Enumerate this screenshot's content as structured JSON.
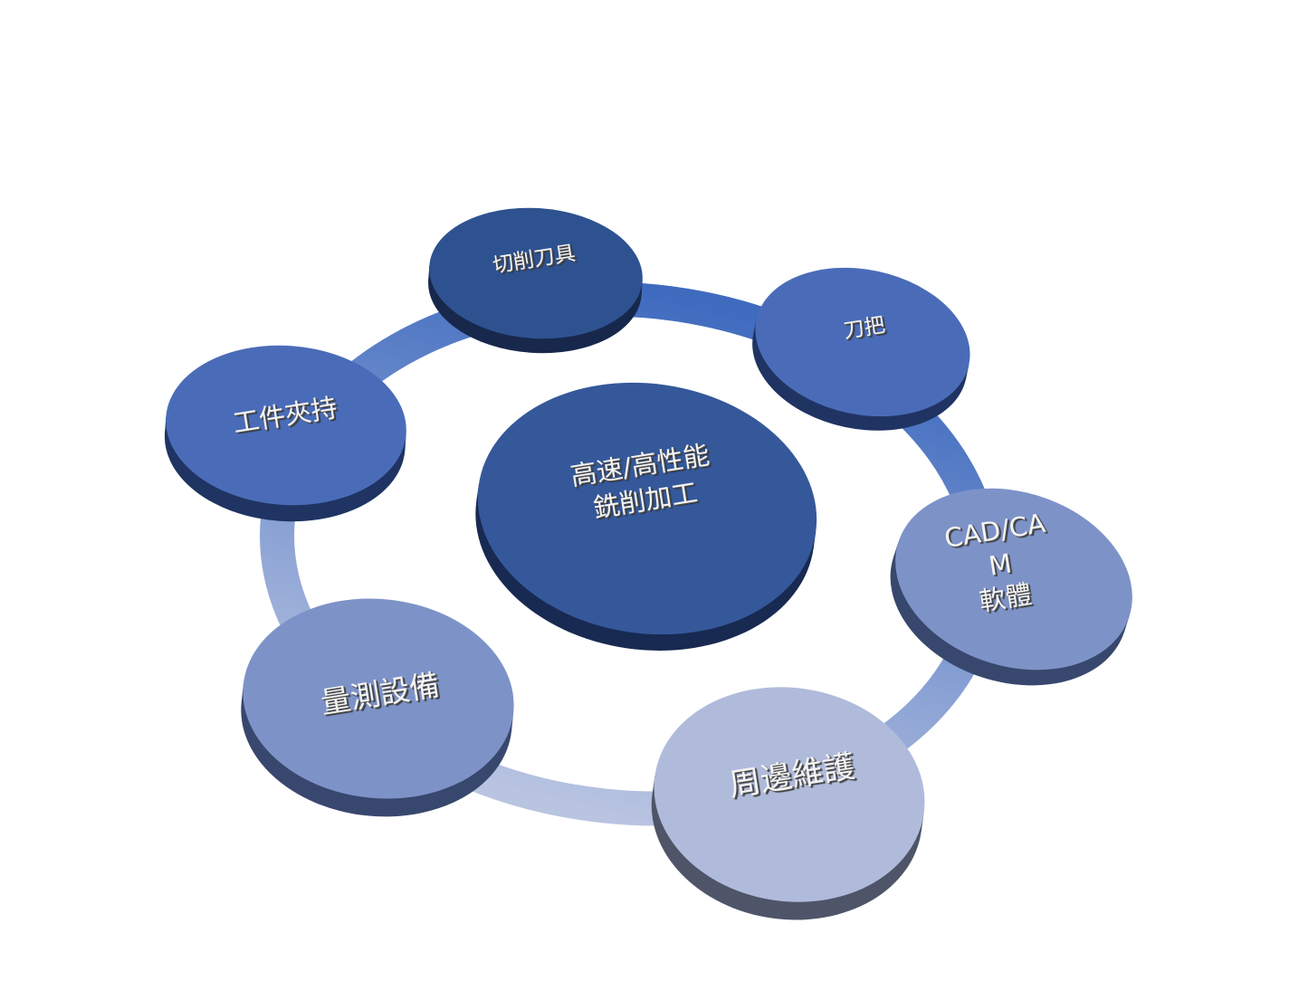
{
  "diagram": {
    "center": {
      "label": "高速/高性能\n銑削加工",
      "color": "#34589a",
      "side": "#182a52"
    },
    "nodes": [
      {
        "id": "cutting-tools",
        "label": "切削刀具",
        "color": "#2e5290",
        "side": "#17284c"
      },
      {
        "id": "tool-holder",
        "label": "刀把",
        "color": "#4a6cb8",
        "side": "#1f3462"
      },
      {
        "id": "cad-cam",
        "label": "CAD/CA\nM\n  軟體",
        "color": "#7d93c8",
        "side": "#38476d"
      },
      {
        "id": "peripheral-maintenance",
        "label": "周邊維護",
        "color": "#b0bbdb",
        "side": "#4e5568"
      },
      {
        "id": "measuring-equipment",
        "label": "量測設備",
        "color": "#7d93c8",
        "side": "#38476d"
      },
      {
        "id": "workholding",
        "label": "工件夾持",
        "color": "#4a6cb8",
        "side": "#1f3462"
      }
    ],
    "ring": {
      "color_top": "#3f6bbf",
      "color_bottom": "#b9c4e1"
    }
  }
}
